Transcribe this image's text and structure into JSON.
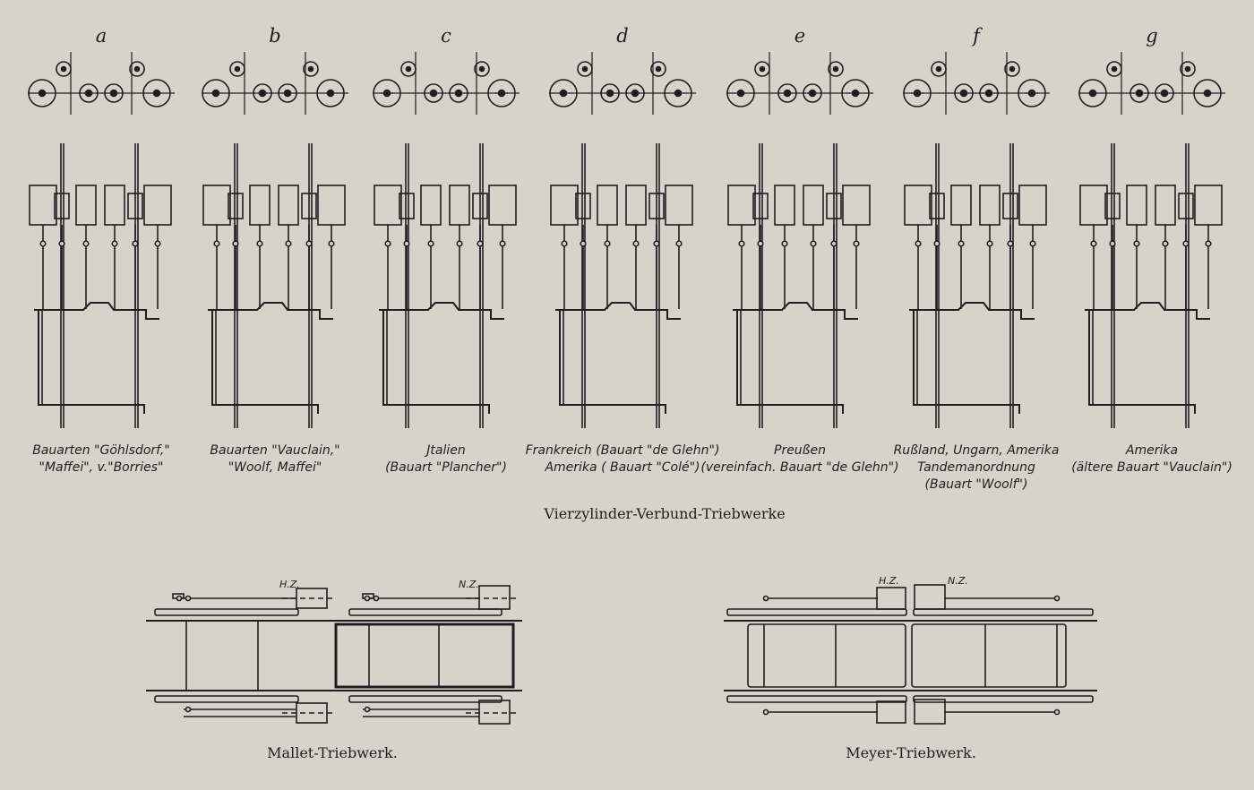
{
  "plate": {
    "main_title": "Vierzylinder-Verbund-Triebwerke",
    "variants": [
      {
        "letter": "a",
        "caption": [
          "Bauarten \"Göhlsdorf,\"",
          "\"Maffei\", v.\"Borries\""
        ]
      },
      {
        "letter": "b",
        "caption": [
          "Bauarten \"Vauclain,\"",
          "\"Woolf, Maffei\""
        ]
      },
      {
        "letter": "c",
        "caption": [
          "Jtalien",
          "(Bauart \"Plancher\")"
        ]
      },
      {
        "letter": "d",
        "caption": [
          "Frankreich (Bauart \"de Glehn\")",
          "Amerika ( Bauart \"Colé\")"
        ]
      },
      {
        "letter": "e",
        "caption": [
          "Preußen",
          "(vereinfach. Bauart \"de Glehn\")"
        ]
      },
      {
        "letter": "f",
        "caption": [
          "Rußland, Ungarn, Amerika",
          "Tandemanordnung",
          "(Bauart \"Woolf\")"
        ]
      },
      {
        "letter": "g",
        "caption": [
          "Amerika",
          "(ältere Bauart \"Vauclain\")"
        ]
      }
    ],
    "mallet": {
      "title": "Mallet-Triebwerk.",
      "label_hp": "H.Z.",
      "label_lp": "N.Z."
    },
    "meyer": {
      "title": "Meyer-Triebwerk.",
      "label_hp": "H.Z.",
      "label_lp": "N.Z."
    }
  },
  "colors": {
    "paper": "#d6d3cb",
    "ink": "#1e1e1e"
  }
}
